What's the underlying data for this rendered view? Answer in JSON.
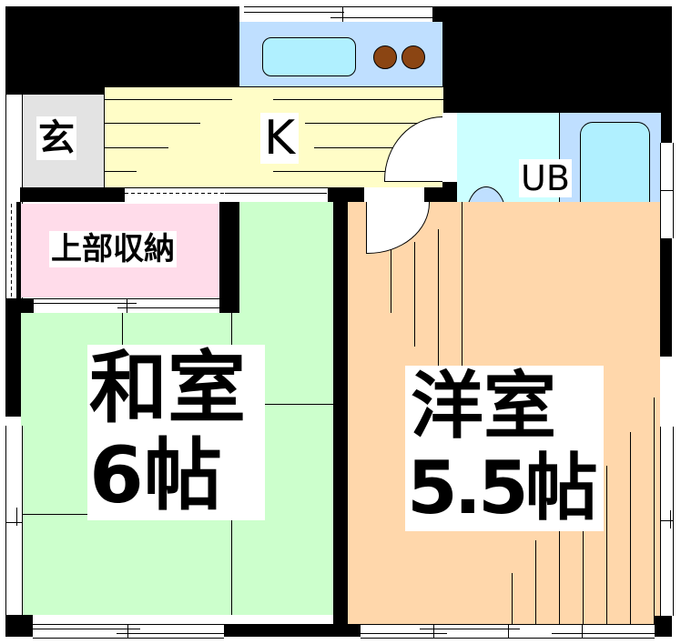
{
  "floorplan": {
    "rooms": {
      "entrance": {
        "label": "玄",
        "color": "#e3e3e3"
      },
      "kitchen": {
        "label": "K",
        "color": "#fffdc7"
      },
      "kitchen_counter": {
        "color": "#bfdfff",
        "sink_color": "#b0f0ff",
        "burner_color": "#8b4513",
        "burners": 2
      },
      "unit_bath": {
        "label": "UB",
        "color": "#ccffff",
        "tub_area_color": "#bfdfff",
        "tub_color": "#b0f0ff"
      },
      "upper_storage": {
        "label": "上部収納",
        "color": "#ffdcea"
      },
      "japanese_room": {
        "label_line1": "和室",
        "label_line2": "6帖",
        "color": "#ccffcc"
      },
      "western_room": {
        "label_line1": "洋室",
        "label_line2": "5.5帖",
        "color": "#ffd7ab"
      }
    },
    "colors": {
      "wall": "#000000",
      "background": "#ffffff"
    }
  }
}
